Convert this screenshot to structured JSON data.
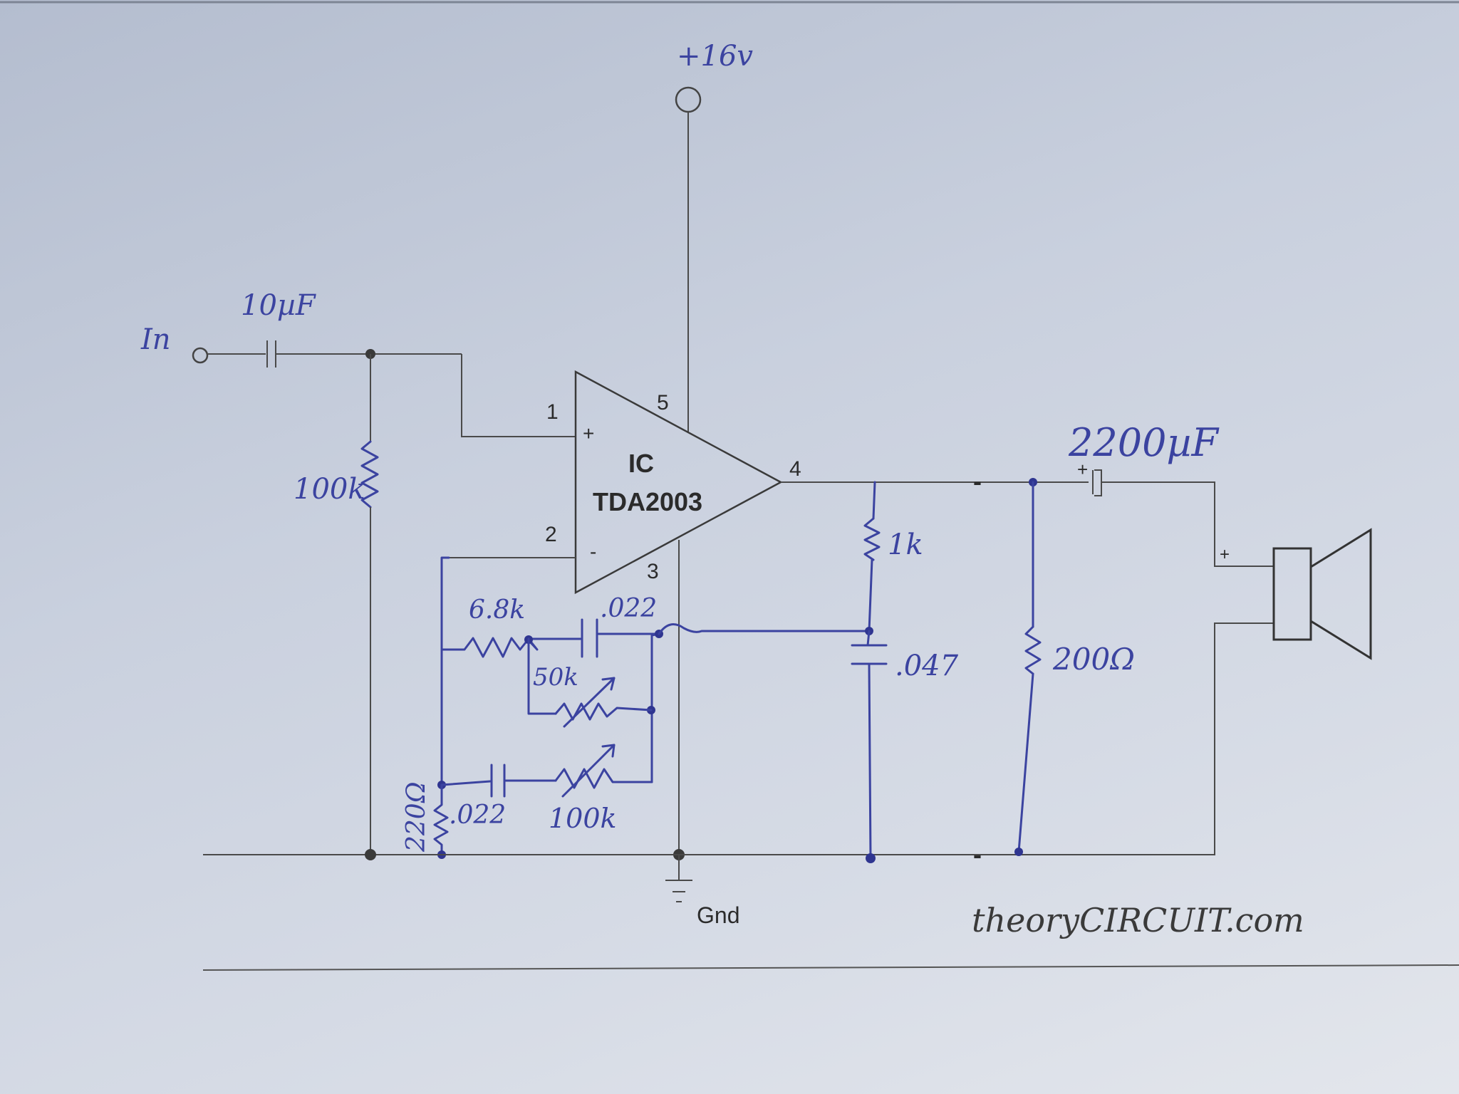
{
  "supply": {
    "label": "+16v"
  },
  "input": {
    "label": "In"
  },
  "ic": {
    "line1": "IC",
    "line2": "TDA2003",
    "pins": [
      "1",
      "2",
      "3",
      "4",
      "5"
    ],
    "plus": "+",
    "minus": "-"
  },
  "components": {
    "c_in": "10µF",
    "r_in": "100k",
    "r_fb1": "6.8k",
    "c_fb1": ".022",
    "pot1": "50k",
    "r_gnd": "220Ω",
    "c_fb2": ".022",
    "pot2": "100k",
    "r_out": "1k",
    "c_out_small": ".047",
    "r_load": "200Ω",
    "c_out": "2200µF"
  },
  "marks": {
    "cap_plus": "+",
    "spk_plus": "+",
    "neg_top": "-",
    "neg_bottom": "-"
  },
  "ground": {
    "label": "Gnd"
  },
  "brand": {
    "text": "theoryCIRCUIT.com"
  },
  "colors": {
    "ink": "#3b43a0",
    "wire": "#4a4a4a",
    "paper": "#d0d6e2"
  }
}
